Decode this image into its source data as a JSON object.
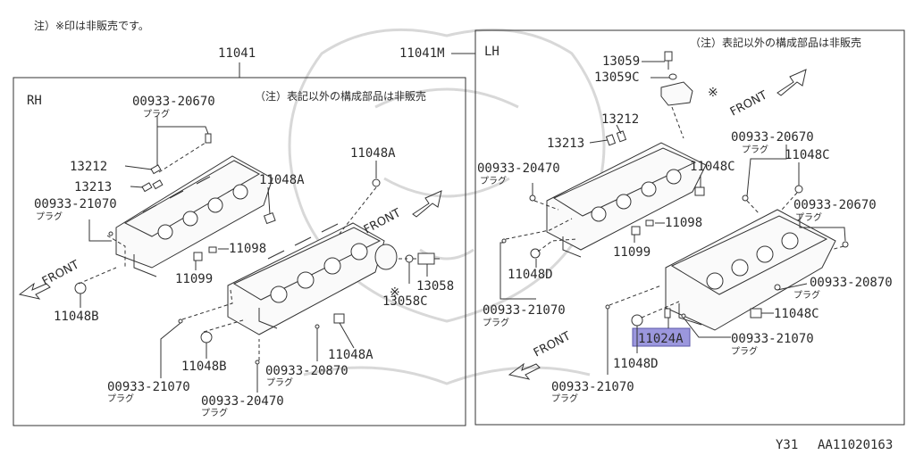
{
  "header_note": "注）※印は非販売です。",
  "footer": {
    "model": "Y31",
    "code": "AA11020163"
  },
  "colors": {
    "highlight": "#9b97dd",
    "line": "#333333"
  },
  "rh_panel": {
    "assembly_number": "11041",
    "side": "RH",
    "note": "（注）表記以外の構成部品は非販売",
    "labels": {
      "plug_20670": "00933-20670",
      "plug_20670_sub": "プラグ",
      "p13212": "13212",
      "p13213": "13213",
      "plug_21070_top": "00933-21070",
      "plug_21070_top_sub": "プラグ",
      "p11048a_left": "11048A",
      "p11048a_right": "11048A",
      "p11098": "11098",
      "p11099": "11099",
      "p11048b_left": "11048B",
      "p11048b_bottom": "11048B",
      "p13058": "13058",
      "p13058c": "13058C",
      "non_sale_mark": "※",
      "p11048a_bottom": "11048A",
      "plug_20870": "00933-20870",
      "plug_20870_sub": "プラグ",
      "plug_21070_bottom": "00933-21070",
      "plug_21070_bottom_sub": "プラグ",
      "plug_20470": "00933-20470",
      "plug_20470_sub": "プラグ",
      "front_left": "FRONT",
      "front_right": "FRONT"
    }
  },
  "lh_panel": {
    "assembly_number": "11041M",
    "side": "LH",
    "note": "（注）表記以外の構成部品は非販売",
    "labels": {
      "p13059": "13059",
      "p13059c": "13059C",
      "non_sale_mark": "※",
      "front_top": "FRONT",
      "p13212": "13212",
      "p13213": "13213",
      "plug_20470": "00933-20470",
      "plug_20470_sub": "プラグ",
      "p11048c_mid": "11048C",
      "plug_20670": "00933-20670",
      "plug_20670_sub": "プラグ",
      "p11048c_right": "11048C",
      "plug_20670_right": "00933-20670",
      "plug_20670_right_sub": "プラグ",
      "p11098": "11098",
      "p11099": "11099",
      "p11048d_left": "11048D",
      "plug_21070_left": "00933-21070",
      "plug_21070_left_sub": "プラグ",
      "plug_20870": "00933-20870",
      "plug_20870_sub": "プラグ",
      "p11048c_bottom": "11048C",
      "p11024a": "11024A",
      "plug_21070_right": "00933-21070",
      "plug_21070_right_sub": "プラグ",
      "p11048d_bottom": "11048D",
      "plug_21070_bottom": "00933-21070",
      "plug_21070_bottom_sub": "プラグ",
      "front_bottom": "FRONT"
    }
  }
}
